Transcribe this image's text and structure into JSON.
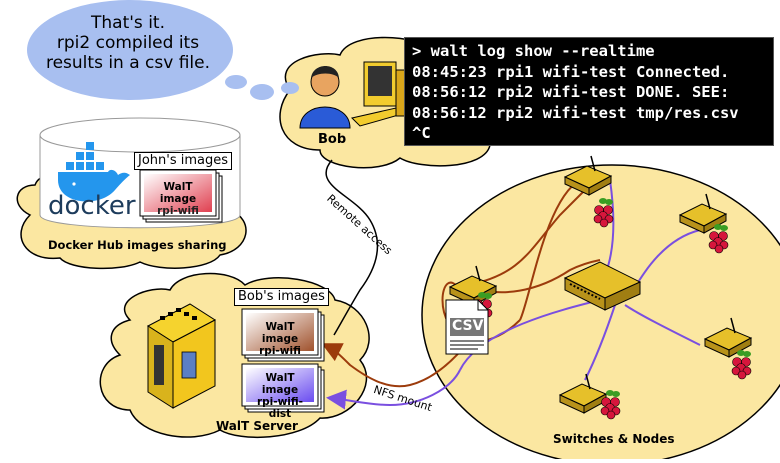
{
  "speech_bubble": {
    "lines": [
      "That's it.",
      "rpi2 compiled its",
      "results in a csv file."
    ]
  },
  "terminal": {
    "lines": [
      "> walt log show --realtime",
      "08:45:23 rpi1 wifi-test Connected.",
      "08:56:12 rpi2 wifi-test DONE. SEE:",
      "08:56:12 rpi2 wifi-test tmp/res.csv",
      "^C"
    ]
  },
  "bob": {
    "label": "Bob"
  },
  "docker_hub": {
    "logo_text": "docker",
    "folder_label": "John's images",
    "image_card": [
      "WalT image",
      "rpi-wifi"
    ],
    "caption": "Docker Hub images sharing"
  },
  "server": {
    "folder_label": "Bob's images",
    "image_card_1": [
      "WalT image",
      "rpi-wifi"
    ],
    "image_card_2": [
      "WalT image",
      "rpi-wifi-dist"
    ],
    "caption": "WalT Server"
  },
  "nodes": {
    "caption": "Switches & Nodes",
    "csv_label": "CSV"
  },
  "links": {
    "remote_access": "Remote access",
    "nfs_mount": "NFS mount"
  },
  "colors": {
    "cloud_fill": "#fbe7a1",
    "bubble_fill": "#a8bff0",
    "brown_link": "#9c3b0c",
    "purple_link": "#7a4fe0",
    "device_yellow": "#d9b31c",
    "raspberry_red": "#d6163c",
    "docker_blue": "#2496ed"
  }
}
